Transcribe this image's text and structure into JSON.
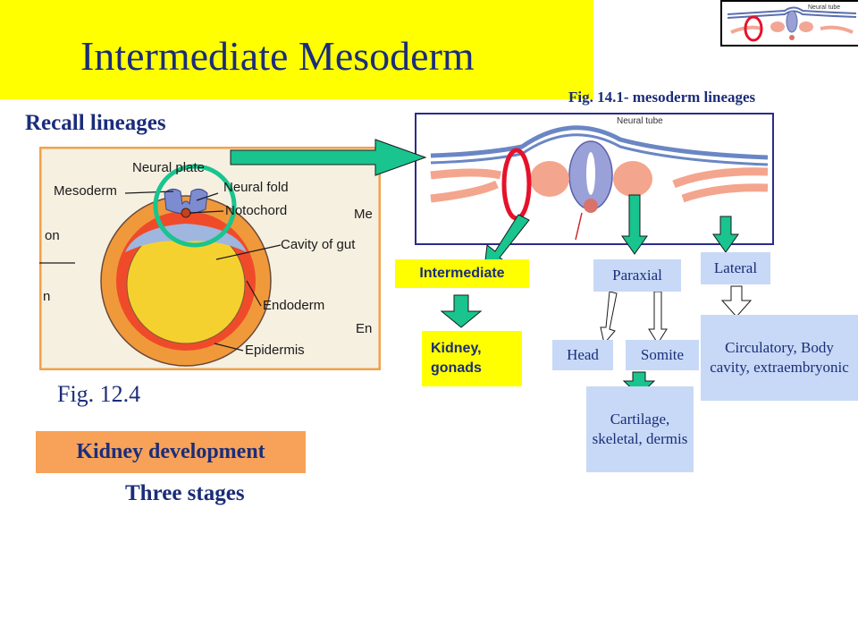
{
  "slide": {
    "title": "Intermediate  Mesoderm",
    "subtitle": "Recall lineages",
    "left_figure": {
      "caption": "Fig. 12.4",
      "labels": {
        "neural_plate": "Neural plate",
        "mesoderm": "Mesoderm",
        "neural_fold": "Neural fold",
        "notochord": "Notochord",
        "cavity_of_gut": "Cavity of gut",
        "endoderm": "Endoderm",
        "epidermis": "Epidermis",
        "edge_me": "Me",
        "edge_on": "on",
        "edge_n": "n",
        "edge_en": "En"
      }
    },
    "right_figure": {
      "caption": "Fig. 14.1- mesoderm lineages",
      "neural_tube_label": "Neural tube"
    },
    "thumbnail": {
      "neural_tube_label": "Neural tube"
    },
    "lineage": {
      "intermediate": "Intermediate",
      "kidney_gonads": "Kidney, gonads",
      "paraxial": "Paraxial",
      "lateral": "Lateral",
      "head": "Head",
      "somite": "Somite",
      "cartilage": "Cartilage, skeletal, dermis",
      "circulatory": "Circulatory, Body cavity, extraembryonic"
    },
    "kidney_development": "Kidney development",
    "three_stages": "Three stages",
    "colors": {
      "title_bg": "#ffff00",
      "text_blue": "#1b2d7a",
      "arrow_green": "#19c48f",
      "box_blue": "#c7d9f6",
      "box_orange": "#f7a258",
      "circle_red": "#e5122a",
      "circle_teal": "#19c48f"
    }
  }
}
